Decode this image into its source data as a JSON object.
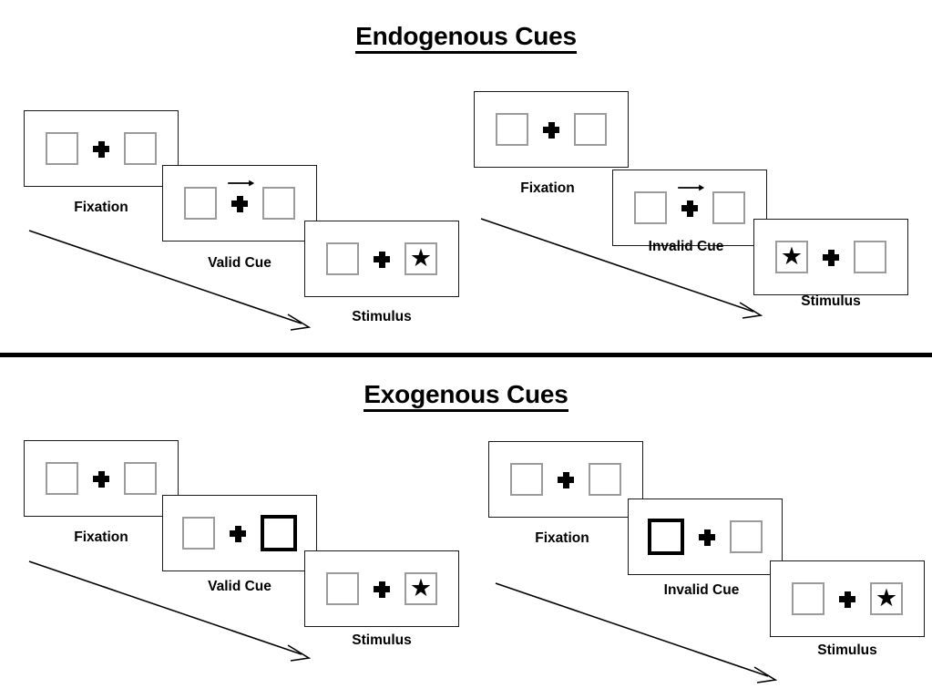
{
  "figure": {
    "sections": [
      {
        "id": "endogenous",
        "title": "Endogenous Cues",
        "panels": [
          {
            "id": "endogenous-valid",
            "frames": [
              {
                "label": "Fixation",
                "left_box": "empty",
                "right_box": "empty",
                "cue": "none",
                "cue_direction": ""
              },
              {
                "label": "Valid Cue",
                "left_box": "empty",
                "right_box": "empty",
                "cue": "arrow",
                "cue_direction": "right"
              },
              {
                "label": "Stimulus",
                "left_box": "empty",
                "right_box": "star",
                "cue": "none",
                "cue_direction": ""
              }
            ]
          },
          {
            "id": "endogenous-invalid",
            "frames": [
              {
                "label": "Fixation",
                "left_box": "empty",
                "right_box": "empty",
                "cue": "none",
                "cue_direction": ""
              },
              {
                "label": "Invalid Cue",
                "left_box": "empty",
                "right_box": "empty",
                "cue": "arrow",
                "cue_direction": "right"
              },
              {
                "label": "Stimulus",
                "left_box": "star",
                "right_box": "empty",
                "cue": "none",
                "cue_direction": ""
              }
            ]
          }
        ]
      },
      {
        "id": "exogenous",
        "title": "Exogenous Cues",
        "panels": [
          {
            "id": "exogenous-valid",
            "frames": [
              {
                "label": "Fixation",
                "left_box": "empty",
                "right_box": "empty",
                "cue": "none",
                "cue_direction": ""
              },
              {
                "label": "Valid Cue",
                "left_box": "empty",
                "right_box": "highlight",
                "cue": "none",
                "cue_direction": ""
              },
              {
                "label": "Stimulus",
                "left_box": "empty",
                "right_box": "star",
                "cue": "none",
                "cue_direction": ""
              }
            ]
          },
          {
            "id": "exogenous-invalid",
            "frames": [
              {
                "label": "Fixation",
                "left_box": "empty",
                "right_box": "empty",
                "cue": "none",
                "cue_direction": ""
              },
              {
                "label": "Invalid Cue",
                "left_box": "highlight",
                "right_box": "empty",
                "cue": "none",
                "cue_direction": ""
              },
              {
                "label": "Stimulus",
                "left_box": "empty",
                "right_box": "star",
                "cue": "none",
                "cue_direction": ""
              }
            ]
          }
        ]
      }
    ],
    "glyphs": {
      "star": "★",
      "fixation_cross": "plus-cross",
      "cue_arrow": "arrow-right",
      "time_arrow": "arrow-diagonal-down-right"
    },
    "colors": {
      "frame_border": "#1a1a1a",
      "box_border": "#9b9b9b",
      "highlight_border": "#000000",
      "text": "#000000",
      "background": "#ffffff",
      "divider": "#000000"
    }
  }
}
